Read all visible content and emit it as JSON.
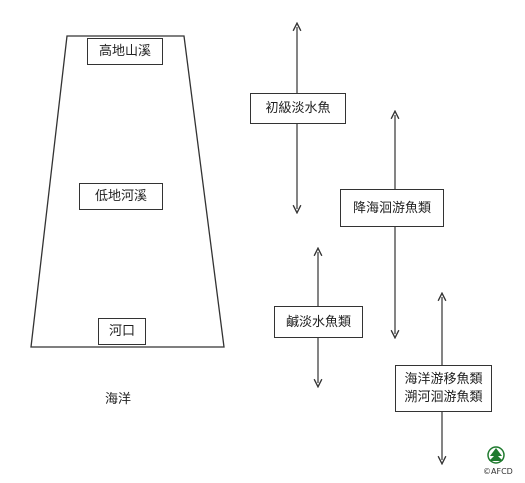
{
  "zones": {
    "upland_stream": "高地山溪",
    "lowland_stream": "低地河溪",
    "estuary": "河口",
    "ocean": "海洋"
  },
  "fish_groups": {
    "freshwater": "初級淡水魚",
    "catadromous": "降海洄游魚類",
    "brackish": "鹹淡水魚類",
    "oceanodromous": "海洋游移魚類",
    "anadromous": "溯河洄游魚類"
  },
  "logo": {
    "credit": "©AFCD",
    "colors": {
      "tree": "#1f7a2e",
      "ring": "#1f7a2e"
    }
  },
  "colors": {
    "line": "#333333",
    "background": "#ffffff"
  }
}
